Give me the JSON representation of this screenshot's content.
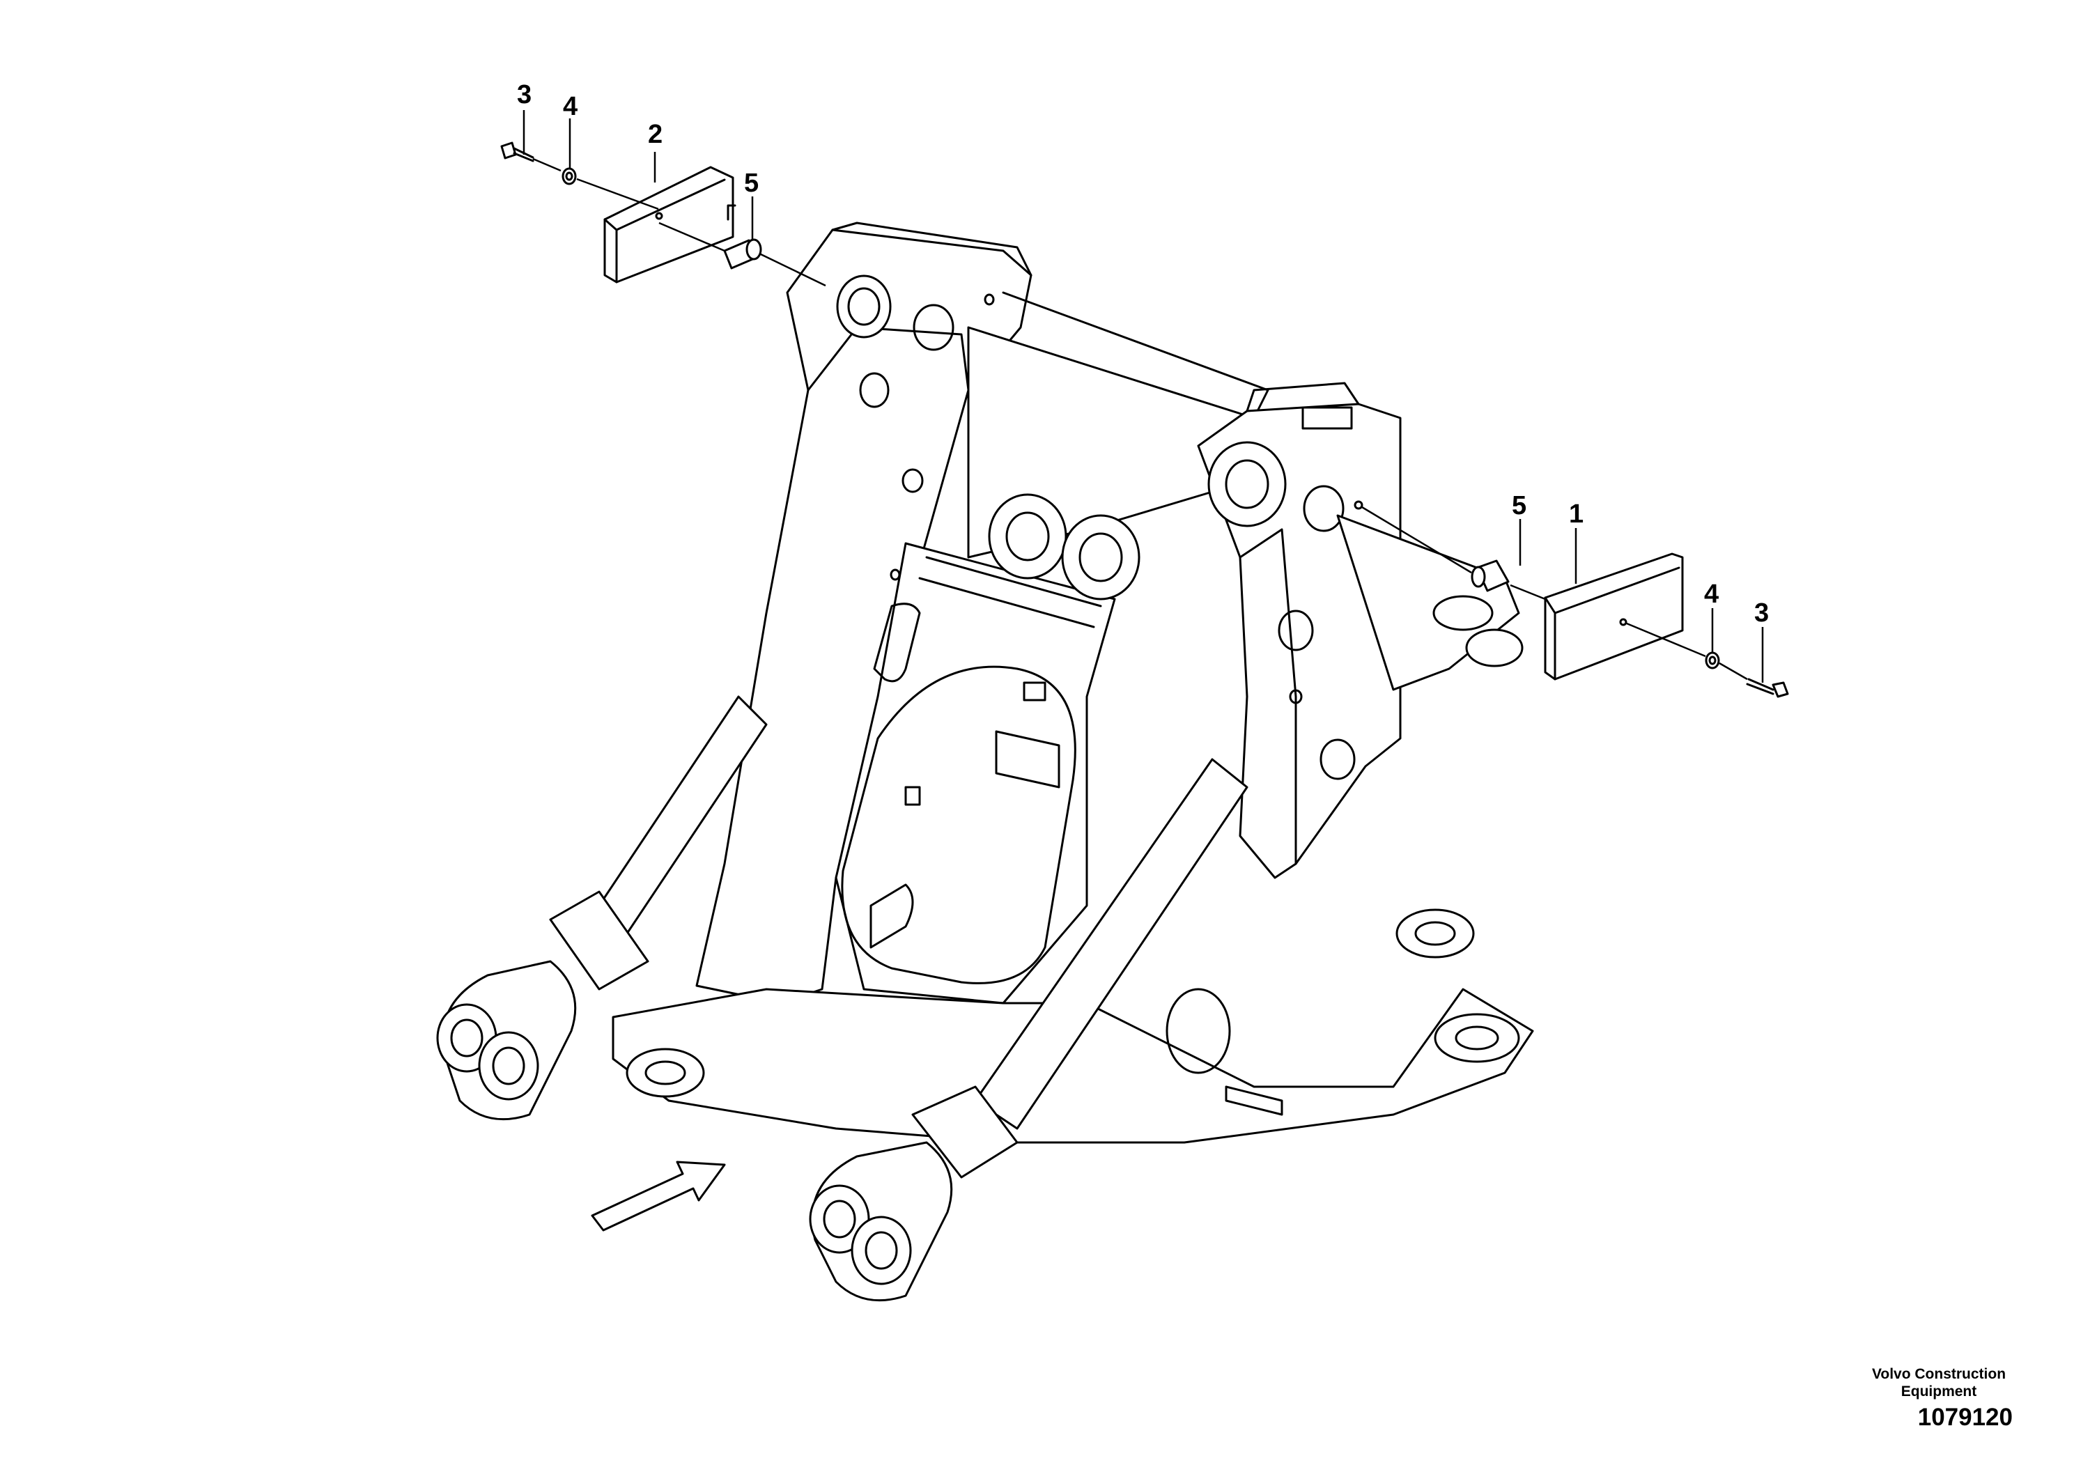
{
  "diagram": {
    "callouts": {
      "left_bolt": "3",
      "left_washer": "4",
      "left_plate": "2",
      "left_spacer": "5",
      "right_spacer": "5",
      "right_plate": "1",
      "right_washer": "4",
      "right_bolt": "3"
    }
  },
  "footer": {
    "brand": "Volvo Construction Equipment",
    "doc_number": "1079120"
  }
}
